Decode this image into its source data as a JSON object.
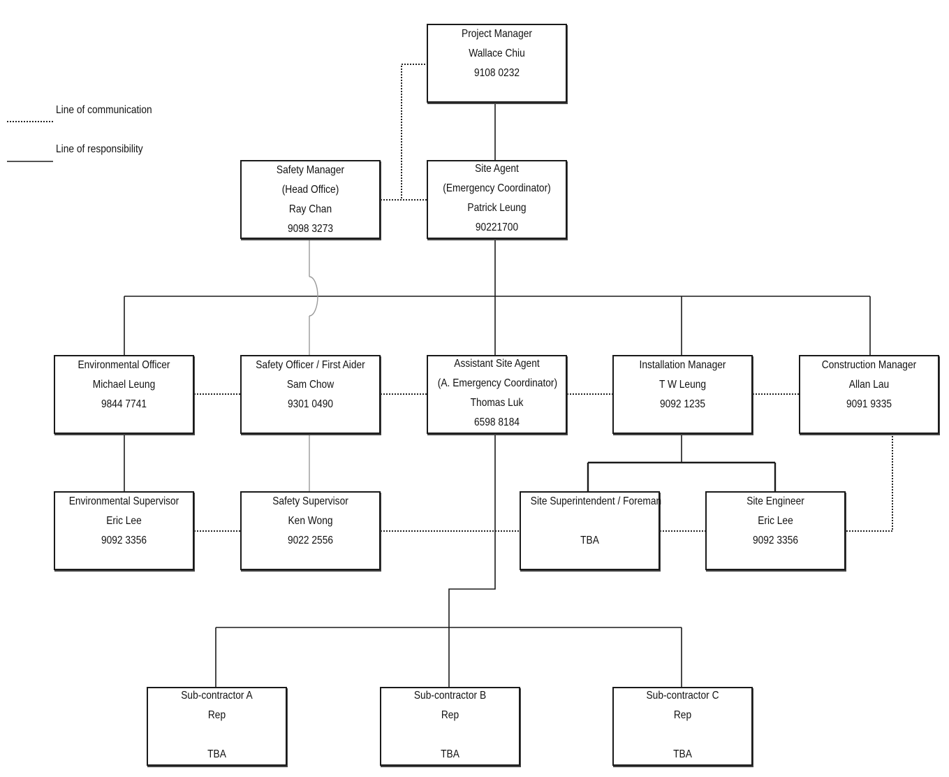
{
  "legend": {
    "communication": "Line of communication",
    "responsibility": "Line of responsibility"
  },
  "boxes": {
    "project_manager": [
      "Project Manager",
      "Wallace Chiu",
      "9108 0232"
    ],
    "safety_manager": [
      "Safety Manager",
      "(Head Office)",
      "Ray Chan",
      "9098 3273"
    ],
    "site_agent": [
      "Site Agent",
      "(Emergency Coordinator)",
      "Patrick Leung",
      "90221700"
    ],
    "environmental_officer": [
      "Environmental Officer",
      "Michael Leung",
      "9844 7741"
    ],
    "safety_officer": [
      "Safety Officer / First Aider",
      "Sam Chow",
      "9301 0490"
    ],
    "assistant_site_agent": [
      "Assistant Site Agent",
      "(A. Emergency Coordinator)",
      "Thomas Luk",
      "6598 8184"
    ],
    "installation_manager": [
      "Installation Manager",
      "T W Leung",
      "9092 1235"
    ],
    "construction_manager": [
      "Construction Manager",
      "Allan Lau",
      "9091 9335"
    ],
    "environmental_supervisor": [
      "Environmental Supervisor",
      "Eric Lee",
      "9092 3356"
    ],
    "safety_supervisor": [
      "Safety Supervisor",
      "Ken Wong",
      "9022 2556"
    ],
    "site_superintendent": [
      "Site Superintendent / Foreman",
      "",
      "TBA"
    ],
    "site_engineer": [
      "Site Engineer",
      "Eric Lee",
      "9092 3356"
    ],
    "subcontractor_a": [
      "Sub-contractor A",
      "Rep",
      "",
      "TBA"
    ],
    "subcontractor_b": [
      "Sub-contractor B",
      "Rep",
      "",
      "TBA"
    ],
    "subcontractor_c": [
      "Sub-contractor C",
      "Rep",
      "",
      "TBA"
    ]
  }
}
